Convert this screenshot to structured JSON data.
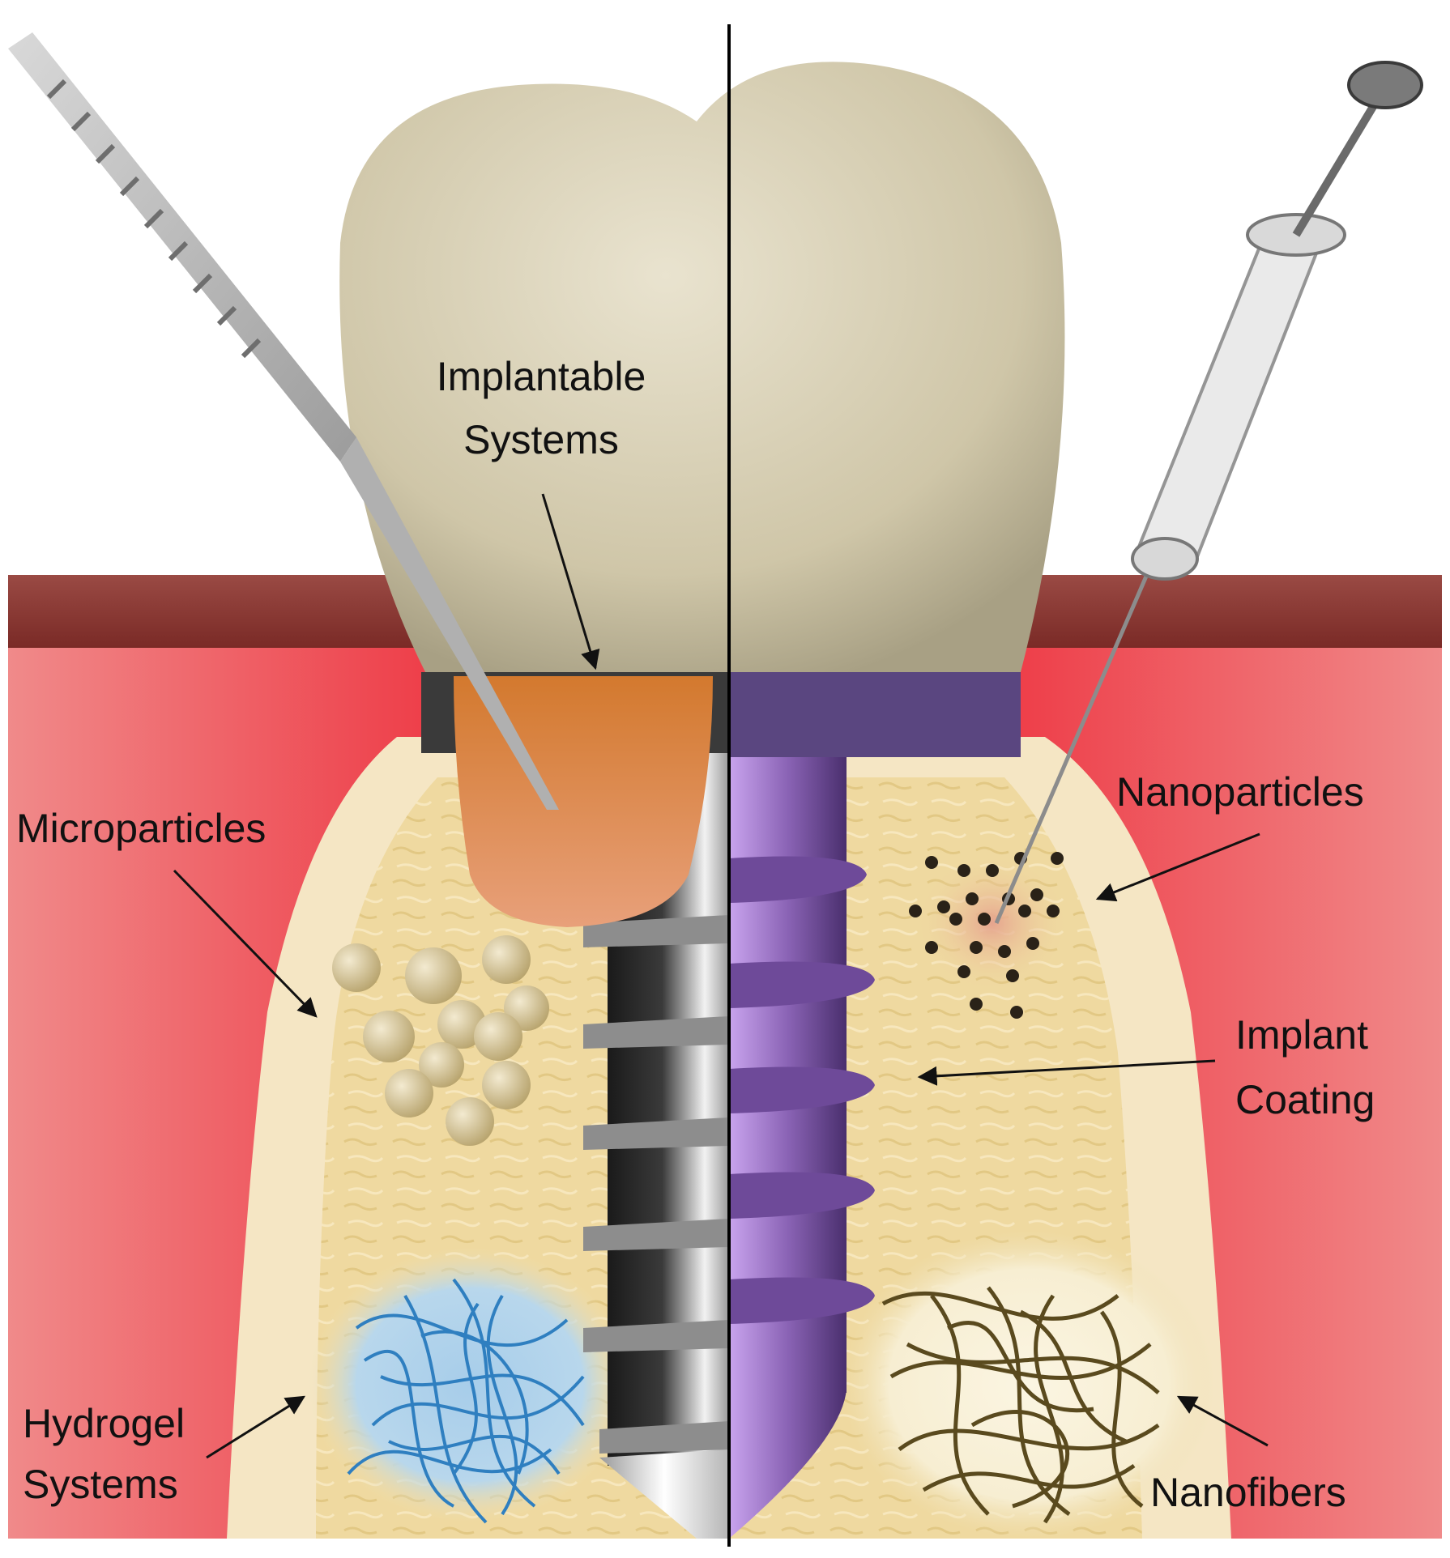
{
  "labels": {
    "implantable_line1": "Implantable",
    "implantable_line2": "Systems",
    "microparticles": "Microparticles",
    "hydrogel_line1": "Hydrogel",
    "hydrogel_line2": "Systems",
    "nanoparticles": "Nanoparticles",
    "implant_coating_line1": "Implant",
    "implant_coating_line2": "Coating",
    "nanofibers": "Nanofibers"
  },
  "colors": {
    "gum": "#e8353f",
    "gum_light": "#f39a9a",
    "gum_top": "#8e3b36",
    "bone_outer": "#f5e6c4",
    "bone_spongy": "#efd9a0",
    "crown": "#d8d0b4",
    "abutment_orange": "#d9884a",
    "implant_purple": "#8a63b5",
    "implant_dark": "#2b2b2b",
    "hydrogel_glow": "#a9cde8",
    "hydrogel_fiber": "#2f7fc0",
    "nanofiber": "#5a4a1e",
    "particle": "#c9b98a",
    "nanoparticle": "#2a2218"
  }
}
